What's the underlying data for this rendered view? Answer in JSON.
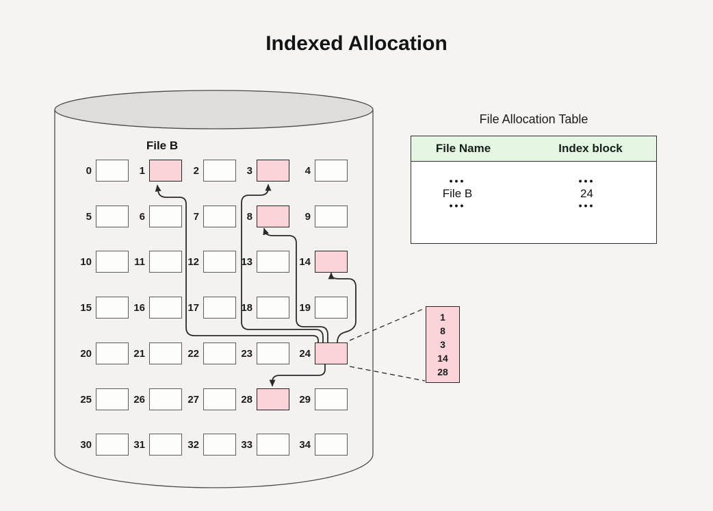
{
  "title": "Indexed Allocation",
  "disk": {
    "file_label": "File B",
    "block_numbers": [
      0,
      1,
      2,
      3,
      4,
      5,
      6,
      7,
      8,
      9,
      10,
      11,
      12,
      13,
      14,
      15,
      16,
      17,
      18,
      19,
      20,
      21,
      22,
      23,
      24,
      25,
      26,
      27,
      28,
      29,
      30,
      31,
      32,
      33,
      34
    ],
    "highlighted_blocks": [
      1,
      3,
      8,
      14,
      24,
      28
    ],
    "index_block": 24
  },
  "fat": {
    "title": "File Allocation Table",
    "headers": [
      "File Name",
      "Index block"
    ],
    "ellipsis": "•••",
    "rows": [
      {
        "file_name": "File B",
        "index_block": "24"
      }
    ]
  },
  "index_block_detail": {
    "values": [
      "1",
      "8",
      "3",
      "14",
      "28"
    ]
  },
  "colors": {
    "background": "#f5f4f2",
    "highlight_pink": "#fbd4d9",
    "header_green": "#e5f6e3",
    "cylinder_top_gray": "#dedddc",
    "line": "#2a2a2a"
  }
}
